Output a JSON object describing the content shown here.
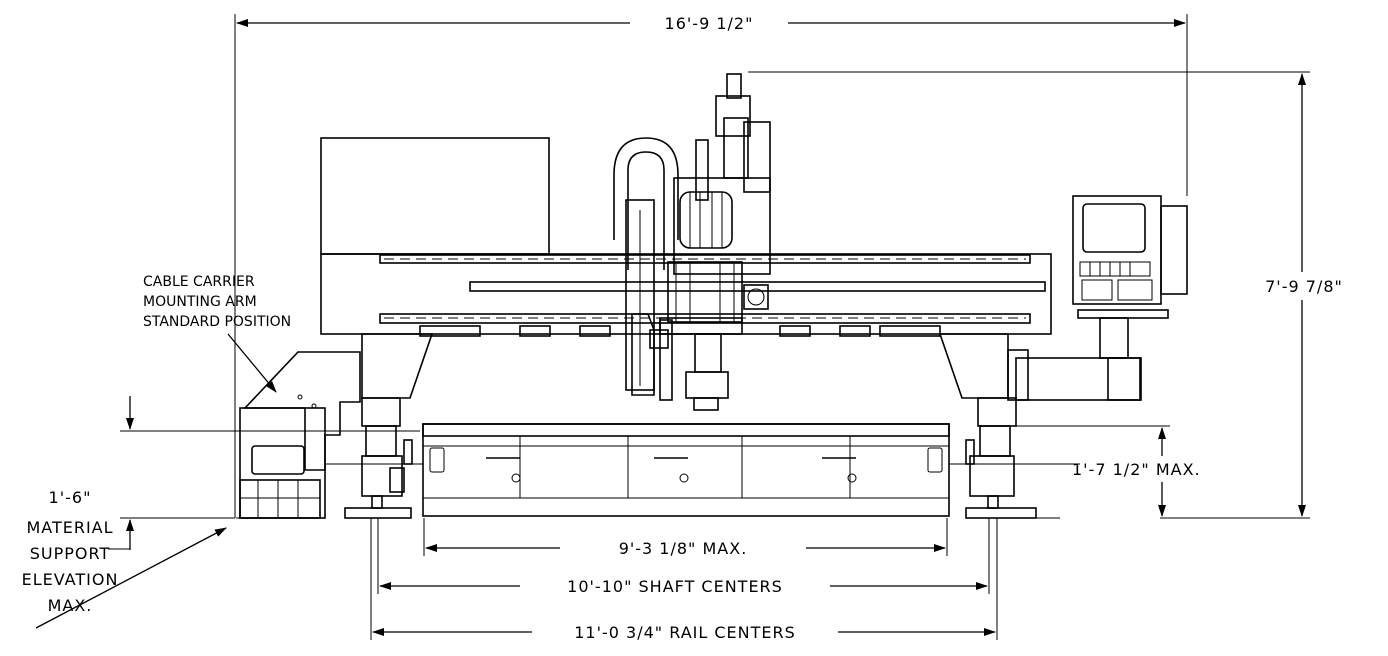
{
  "dimensions": {
    "overall_width": "16'-9 1/2\"",
    "overall_height": "7'-9 7/8\"",
    "table_height": "1'-7 1/2\" MAX.",
    "table_width": "9'-3 1/8\" MAX.",
    "shaft_centers": "10'-10\" SHAFT CENTERS",
    "rail_centers": "11'-0 3/4\" RAIL CENTERS"
  },
  "notes": {
    "cable_carrier": [
      "CABLE CARRIER",
      "MOUNTING ARM",
      "STANDARD POSITION"
    ],
    "material_support": [
      "1'-6\"",
      "MATERIAL",
      "SUPPORT",
      "ELEVATION",
      "MAX."
    ]
  }
}
